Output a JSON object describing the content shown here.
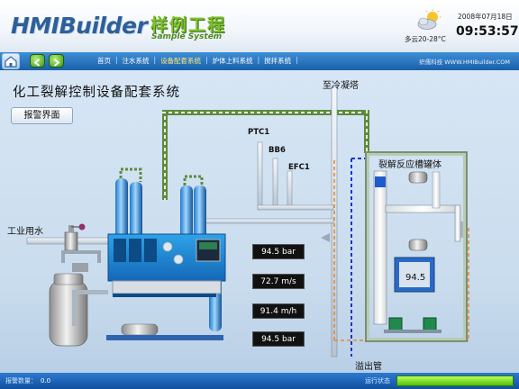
{
  "header": {
    "logo": "HMIBuilder",
    "logo_cn": "样例工程",
    "logo_sub": "Sample System",
    "weather": "多云20-28°C",
    "weather_icon": "cloud-sun-icon",
    "date": "2008年07月18日",
    "time": "09:53:57"
  },
  "nav": {
    "home_icon": "home-icon",
    "back_icon": "arrow-left-icon",
    "forward_icon": "arrow-right-icon",
    "items": [
      {
        "label": "首页",
        "active": false
      },
      {
        "label": "注水系统",
        "active": false
      },
      {
        "label": "设备配套系统",
        "active": true
      },
      {
        "label": "炉体上料系统",
        "active": false
      },
      {
        "label": "搅拌系统",
        "active": false
      }
    ],
    "right_text": "织儒科技 WWW.HMIBuilder.COM"
  },
  "main": {
    "title": "化工裂解控制设备配套系统",
    "alarm_button": "报警界面",
    "labels": {
      "water_inlet": "工业用水",
      "to_cooling_tower": "至冷凝塔",
      "overflow_pipe": "溢出管",
      "reactor_tank": "裂解反应槽罐体",
      "ptc1": "PTC1",
      "bb6": "BB6",
      "efc1": "EFC1"
    },
    "readouts": [
      "94.5  bar",
      "72.7  m/s",
      "91.4  m/h",
      "94.5  bar"
    ],
    "tank_value": "94.5"
  },
  "footer": {
    "alarm_count_label": "报警数量：",
    "alarm_count": "0.0",
    "run_status_label": "运行状态"
  },
  "colors": {
    "nav_bg": "#1b5fa8",
    "panel_bg": "#c9dced",
    "status_green": "#4fbf0b",
    "pipe_green_dash": "#5fa23a",
    "pipe_orange_dash": "#e58a2e",
    "pipe_blue_dash": "#1a35c8"
  }
}
